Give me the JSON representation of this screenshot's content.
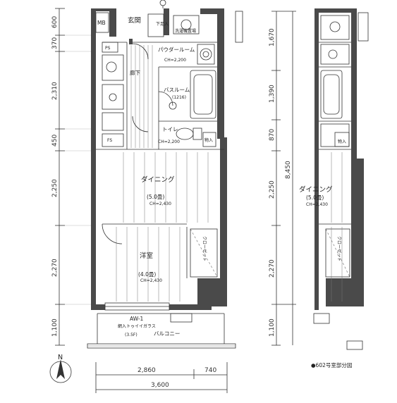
{
  "rooms": {
    "entrance": "玄関",
    "mb": "MB",
    "shoe": "下足入",
    "washer": "洗濯機置場",
    "powder": "パウダールーム",
    "powder_ch": "CH=2,200",
    "corridor": "廊下",
    "bath": "バスルーム",
    "bath_size": "(1216)",
    "toilet": "トイレ",
    "toilet_ch": "CH=2,200",
    "storage": "物入",
    "ps": "PS",
    "fs": "FS",
    "dining": "ダイニング",
    "dining_size": "(5.0畳)",
    "dining_ch": "CH=2,430",
    "western": "洋室",
    "western_size": "(4.0畳)",
    "western_ch": "CH=2,430",
    "closet": "クローゼット",
    "aw": "AW-1",
    "aw_note": "網入トゥイイガラス",
    "aw_note2": "(3.5F)",
    "balcony": "バルコニー"
  },
  "right_plan": {
    "dining": "ダイニング",
    "dining_size": "(5.0畳)",
    "dining_ch": "CH=2,430",
    "storage": "物入",
    "closet": "クローゼット"
  },
  "left_dims": [
    "600",
    "370",
    "2,310",
    "450",
    "2,250",
    "2,270",
    "1,100"
  ],
  "right_dims": [
    "1,670",
    "1,390",
    "870",
    "2,250",
    "2,270",
    "1,100"
  ],
  "total_dim": "8,450",
  "bottom_dims": {
    "a": "2,860",
    "b": "740",
    "total": "3,600"
  },
  "compass": "N",
  "caption": "●602号室部分図"
}
